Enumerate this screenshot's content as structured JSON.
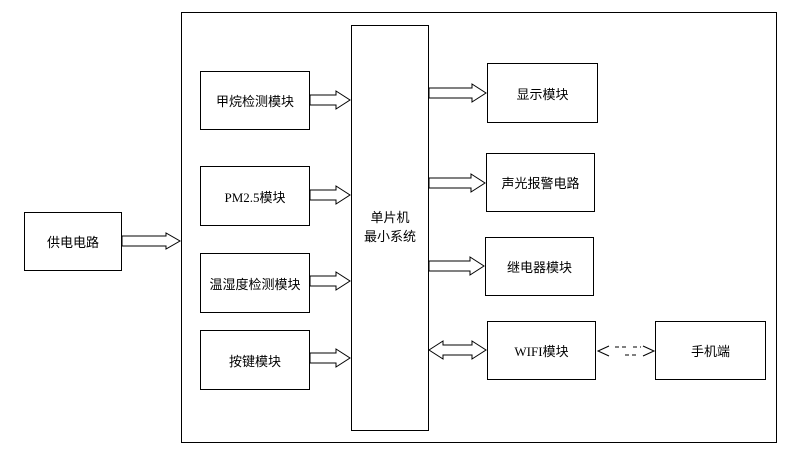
{
  "power": {
    "label": "供电电路"
  },
  "modules_left": [
    {
      "label": "甲烷检测模块"
    },
    {
      "label": "PM2.5模块"
    },
    {
      "label": "温湿度检测模块"
    },
    {
      "label": "按键模块"
    }
  ],
  "mcu": {
    "line1": "单片机",
    "line2": "最小系统"
  },
  "modules_right": [
    {
      "label": "显示模块"
    },
    {
      "label": "声光报警电路"
    },
    {
      "label": "继电器模块"
    },
    {
      "label": "WIFI模块"
    }
  ],
  "phone": {
    "label": "手机端"
  }
}
